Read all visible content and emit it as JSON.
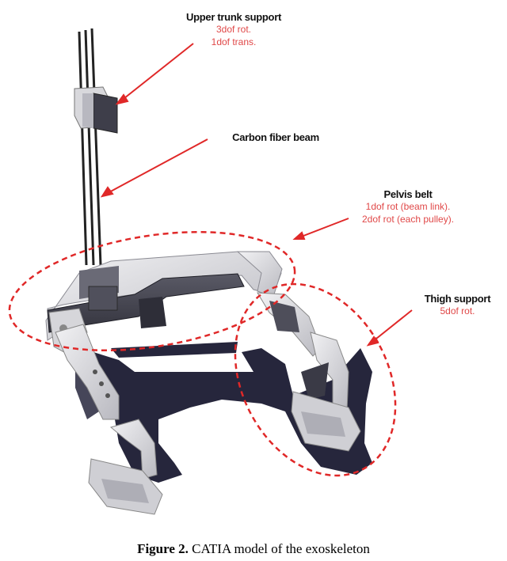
{
  "labels": {
    "upper_trunk": {
      "title": "Upper trunk support",
      "lines": [
        "3dof rot.",
        "1dof trans."
      ]
    },
    "carbon_beam": {
      "title": "Carbon fiber beam"
    },
    "pelvis_belt": {
      "title": "Pelvis belt",
      "lines": [
        "1dof rot (beam link).",
        "2dof rot (each pulley)."
      ]
    },
    "thigh_support": {
      "title": "Thigh support",
      "lines": [
        "5dof rot."
      ]
    }
  },
  "caption": {
    "figure_number": "Figure 2.",
    "text": "CATIA model of the exoskeleton"
  },
  "colors": {
    "annotation": "#e02828",
    "label_text": "#111111",
    "model_light": "#d9d9dc",
    "model_dark": "#4a4a55",
    "shadow": "#24243a"
  }
}
